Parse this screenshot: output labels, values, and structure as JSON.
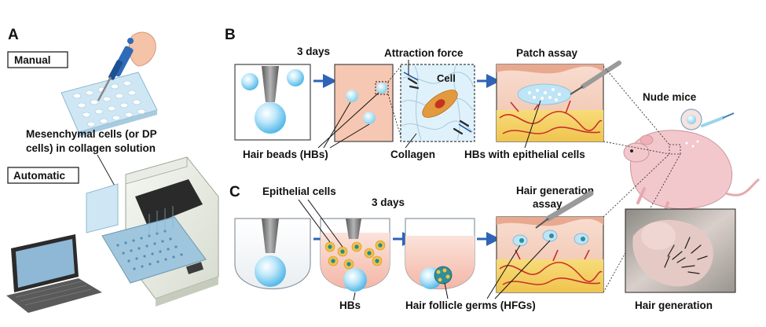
{
  "panels": {
    "a": "A",
    "b": "B",
    "c": "C"
  },
  "panel_a": {
    "manual_label": "Manual",
    "automatic_label": "Automatic",
    "description_line1": "Mesenchymal cells (or DP",
    "description_line2": "cells) in collagen solution"
  },
  "panel_b": {
    "days": "3 days",
    "attraction_force": "Attraction  force",
    "cell": "Cell",
    "patch_assay": "Patch assay",
    "hair_beads": "Hair beads (HBs)",
    "collagen": "Collagen",
    "hbs_epithelial": "HBs with epithelial cells"
  },
  "panel_c": {
    "epithelial_cells": "Epithelial cells",
    "days": "3 days",
    "hgen_assay_line1": "Hair generation",
    "hgen_assay_line2": "assay",
    "hbs": "HBs",
    "hfgs": "Hair follicle germs (HFGs)"
  },
  "right": {
    "nude_mice": "Nude mice",
    "hair_generation": "Hair generation"
  },
  "colors": {
    "arrow": "#2f63b6",
    "skin_pink": "#f4c9b7",
    "fat_yellow": "#f5d36a",
    "vessel_red": "#c9302c",
    "bead_blue": "#8ed3f2",
    "nucleus_teal": "#1f8b96",
    "cell_orange": "#e39a3f"
  }
}
